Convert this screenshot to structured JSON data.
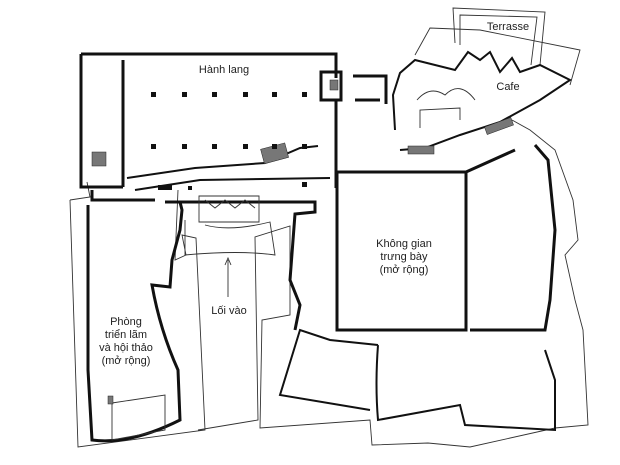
{
  "labels": {
    "hall": "Hành lang",
    "terrace": "Terrasse",
    "cafe": "Cafe",
    "exhibition_space": [
      "Không gian",
      "trưng bày",
      "(mở rộng)"
    ],
    "entrance": "Lối vào",
    "exhibition_room": [
      "Phòng",
      "triển lãm",
      "và hội thảo",
      "(mở rộng)"
    ]
  }
}
